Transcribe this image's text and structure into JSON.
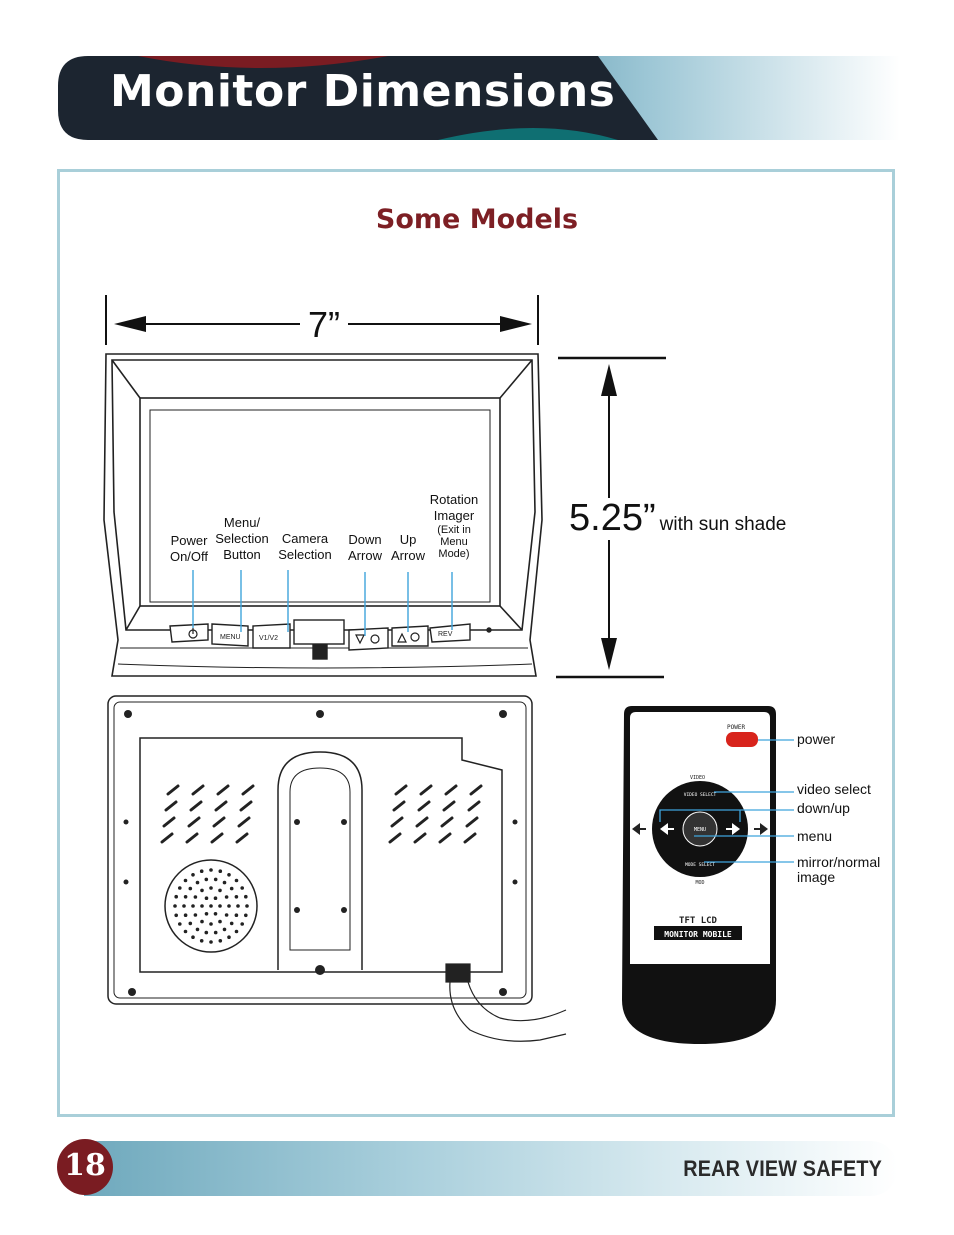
{
  "page": {
    "title": "Monitor Dimensions",
    "subtitle": "Some Models",
    "page_number": "18",
    "footer_text": "REAR VIEW SAFETY"
  },
  "dimensions": {
    "width": "7”",
    "height": "5.25”",
    "height_note": "with sun shade"
  },
  "monitor_buttons": [
    {
      "line1": "Power",
      "line2": "On/Off"
    },
    {
      "line1": "Menu/",
      "line2": "Selection",
      "line3": "Button"
    },
    {
      "line1": "Camera",
      "line2": "Selection"
    },
    {
      "line1": "Down",
      "line2": "Arrow"
    },
    {
      "line1": "Up",
      "line2": "Arrow"
    },
    {
      "line1": "Rotation",
      "line2": "Imager",
      "line3": "(Exit in",
      "line4": "Menu",
      "line5": "Mode)"
    }
  ],
  "monitor_panel_labels": [
    "MENU",
    "V1/V2",
    "REV"
  ],
  "remote_labels": {
    "power": "power",
    "video_select": "video select",
    "down_up": "down/up",
    "menu": "menu",
    "mirror_line1": "mirror/normal",
    "mirror_line2": "image"
  },
  "remote_printed": {
    "power_key": "POWER",
    "video": "VIDEO",
    "video_select_key": "VIDEO SELECT",
    "menu_key": "MENU",
    "mode_select_key": "MODE SELECT",
    "mod": "MOD",
    "brand_line1": "TFT LCD",
    "brand_line2": "MONITOR MOBILE"
  },
  "colors": {
    "header_dark": "#1c2530",
    "header_teal": "#0f6f72",
    "header_maroon": "#7a1c22",
    "accent_maroon": "#7d1f24",
    "frame_border": "#a9cfd9",
    "callout_line": "#3fa4dc",
    "remote_button_red": "#d8241c"
  }
}
